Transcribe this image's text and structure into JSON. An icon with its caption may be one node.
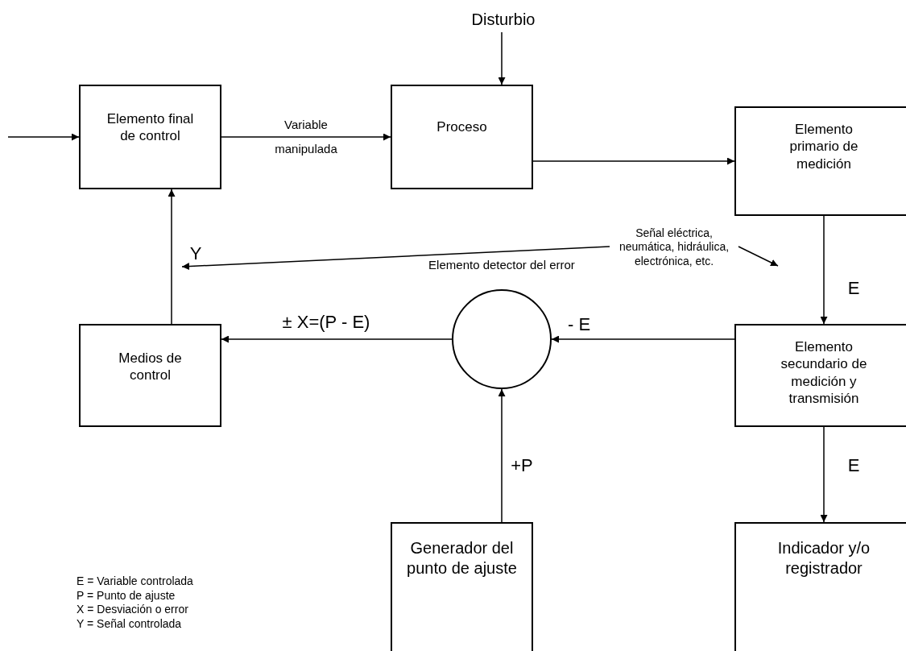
{
  "diagram": {
    "nodes": [
      {
        "text": [
          "Disturbio"
        ]
      },
      {
        "text": [
          "Elemento final de control"
        ]
      },
      {
        "text": [
          "Proceso"
        ]
      },
      {
        "text": [
          "Elemento primario de medición"
        ]
      },
      {
        "text": [
          "Señal eléctrica, neumática, hidráulica, electrónica, etc."
        ]
      },
      {
        "text": [
          "Medios de control"
        ]
      },
      {
        "text": [],
        "shape": "circle",
        "beside": [
          "Elemento detector del error"
        ]
      },
      {
        "text": [
          "Elemento secundario de medición y transmisión"
        ]
      },
      {
        "text": [
          "Generador del punto de ajuste"
        ]
      },
      {
        "text": [
          "Indicador y/o registrador"
        ]
      }
    ],
    "edges": [
      {
        "from": null,
        "to": 1,
        "arrow": "to"
      },
      {
        "from": 1,
        "to": 2,
        "arrow": "to",
        "label": "Variable manipulada"
      },
      {
        "from": 0,
        "to": 2,
        "arrow": "to"
      },
      {
        "from": 2,
        "to": 3,
        "arrow": "to"
      },
      {
        "from": 3,
        "to": 7,
        "arrow": "to",
        "label": "E"
      },
      {
        "from": 4,
        "to": null,
        "arrow": "to"
      },
      {
        "from": 4,
        "to": null,
        "arrow": "to"
      },
      {
        "from": 7,
        "to": 6,
        "arrow": "to",
        "label": "- E"
      },
      {
        "from": 6,
        "to": 5,
        "arrow": "to",
        "label": "± X=(P - E)"
      },
      {
        "from": 5,
        "to": 1,
        "arrow": "to",
        "label": "Y"
      },
      {
        "from": 8,
        "to": 6,
        "arrow": "to",
        "label": "+P"
      },
      {
        "from": 7,
        "to": 9,
        "arrow": "to",
        "label": "E"
      }
    ],
    "labels": [
      "E = Variable controlada",
      "P = Punto de ajuste",
      "X = Desviación o error",
      "Y = Señal controlada"
    ]
  }
}
